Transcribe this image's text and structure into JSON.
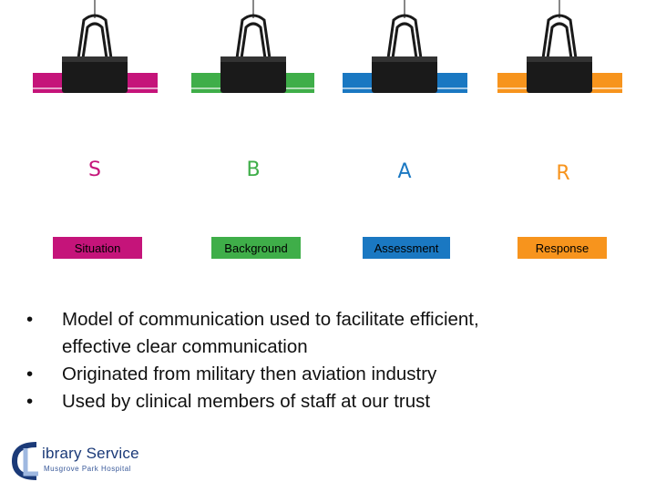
{
  "colors": {
    "situation": "#c5147a",
    "background": "#3fae49",
    "assessment": "#1a78c2",
    "response": "#f7941d",
    "clip": "#1a1a1a"
  },
  "sbar": [
    {
      "letter": "S",
      "label": "Situation"
    },
    {
      "letter": "B",
      "label": "Background"
    },
    {
      "letter": "A",
      "label": "Assessment"
    },
    {
      "letter": "R",
      "label": "Response"
    }
  ],
  "bullets": [
    {
      "marker": "•",
      "text": "Model of communication used to facilitate efficient,"
    },
    {
      "marker": "",
      "text": "effective clear communication"
    },
    {
      "marker": "•",
      "text": "Originated from military then aviation industry"
    },
    {
      "marker": "•",
      "text": "Used by clinical members of staff at our trust"
    }
  ],
  "logo": {
    "title": "ibrary Service",
    "subtitle": "Musgrove Park Hospital"
  }
}
